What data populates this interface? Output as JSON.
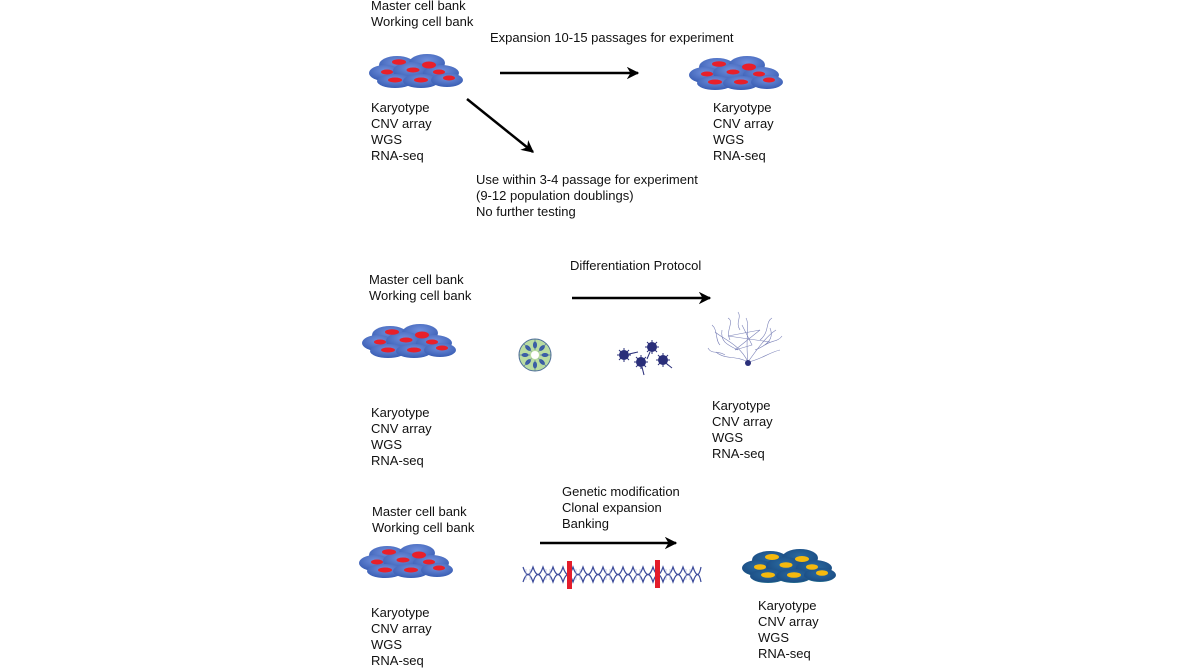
{
  "colors": {
    "cell_body": "#4a6fc4",
    "cell_nucleus": "#e8202a",
    "edited_cell_body": "#1f5a8a",
    "edited_cell_rim": "#2fa39a",
    "edited_nucleus": "#f5b90d",
    "dna": "#3b4a9a",
    "edit_site": "#e41d2b",
    "arrow": "#000000",
    "rosette_fill": "#b9dca2",
    "neuron": "#2a2f7a"
  },
  "panel1": {
    "bank_lines": [
      "Master cell bank",
      "Working cell bank"
    ],
    "expansion_label": "Expansion 10-15 passages for experiment",
    "tests_left": [
      "Karyotype",
      "CNV array",
      "WGS",
      "RNA-seq"
    ],
    "tests_right": [
      "Karyotype",
      "CNV array",
      "WGS",
      "RNA-seq"
    ],
    "short_use_lines": [
      "Use within 3-4 passage for experiment",
      "(9-12 population doublings)",
      "No further testing"
    ]
  },
  "panel2": {
    "bank_lines": [
      "Master cell bank",
      "Working cell bank"
    ],
    "protocol_label": "Differentiation Protocol",
    "tests_left": [
      "Karyotype",
      "CNV array",
      "WGS",
      "RNA-seq"
    ],
    "tests_right": [
      "Karyotype",
      "CNV array",
      "WGS",
      "RNA-seq"
    ]
  },
  "panel3": {
    "bank_lines": [
      "Master cell bank",
      "Working cell bank"
    ],
    "modification_lines": [
      "Genetic modification",
      "Clonal expansion",
      "Banking"
    ],
    "tests_left": [
      "Karyotype",
      "CNV array",
      "WGS",
      "RNA-seq"
    ],
    "tests_right": [
      "Karyotype",
      "CNV array",
      "WGS",
      "RNA-seq"
    ]
  }
}
